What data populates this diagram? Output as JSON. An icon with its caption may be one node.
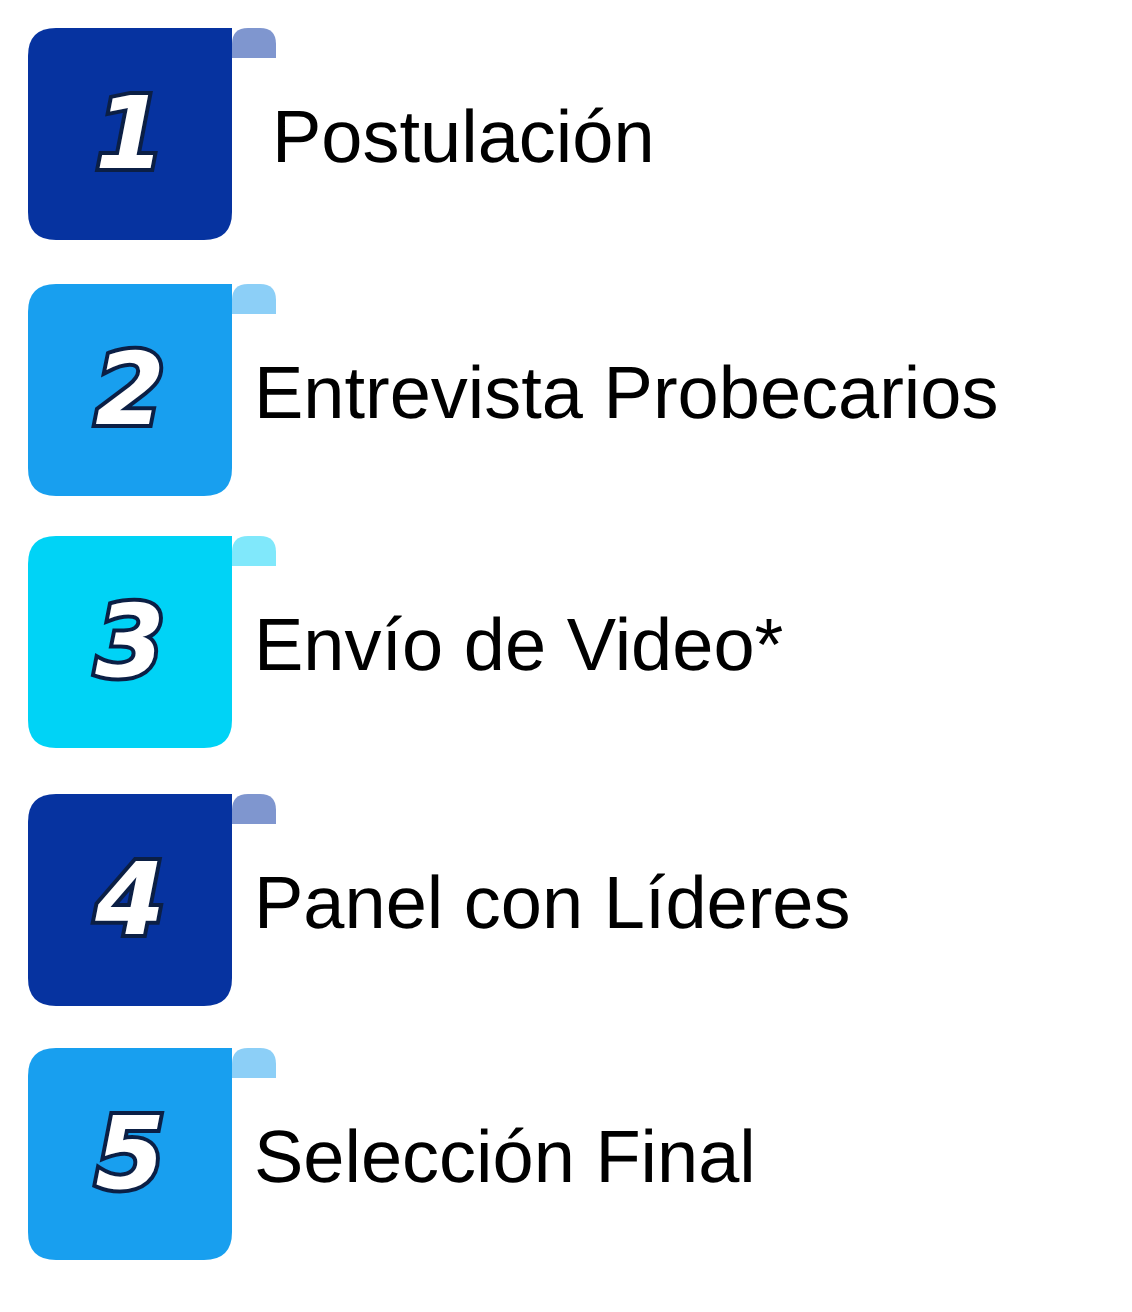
{
  "diagram": {
    "nodes": [
      {
        "text": [
          "1"
        ],
        "beside": [
          "Postulación"
        ]
      },
      {
        "text": [
          "2"
        ],
        "beside": [
          "Entrevista Probecarios"
        ]
      },
      {
        "text": [
          "3"
        ],
        "beside": [
          "Envío de Video*"
        ]
      },
      {
        "text": [
          "4"
        ],
        "beside": [
          "Panel con Líderes"
        ]
      },
      {
        "text": [
          "5"
        ],
        "beside": [
          "Selección Final"
        ]
      }
    ]
  }
}
